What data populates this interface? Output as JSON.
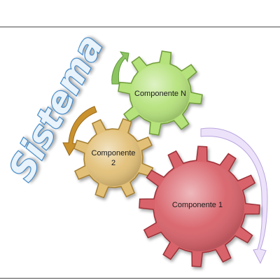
{
  "diagram": {
    "title": "Sistema",
    "gears": [
      {
        "id": "n",
        "label_lines": [
          "Componente N"
        ],
        "color": "#b6e27c",
        "stroke": "#6f9a3a"
      },
      {
        "id": "2",
        "label_lines": [
          "Componente",
          "2"
        ],
        "color": "#e2c078",
        "stroke": "#a57f33"
      },
      {
        "id": "1",
        "label_lines": [
          "Componente 1"
        ],
        "color": "#d9636b",
        "stroke": "#9b3038"
      }
    ],
    "arrows": [
      {
        "id": "green",
        "color": "#8cc461"
      },
      {
        "id": "orange",
        "color": "#c9922e"
      },
      {
        "id": "purple",
        "color": "#d7c6f0"
      }
    ],
    "colors": {
      "title_fill": "#e9f3fb",
      "title_stroke": "#2f7fc4",
      "border": "#4a4a4a"
    }
  }
}
